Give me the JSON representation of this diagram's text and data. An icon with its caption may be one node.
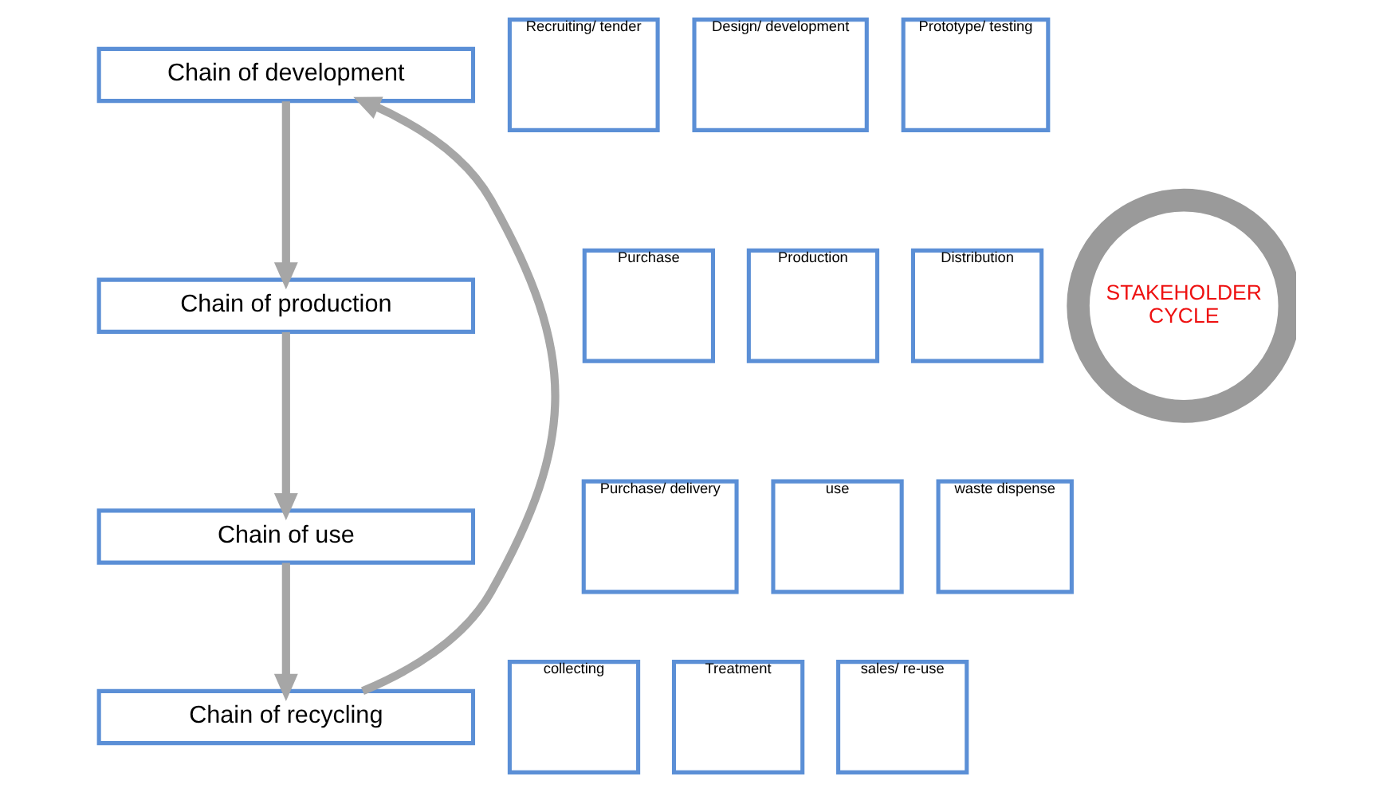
{
  "diagram": {
    "nodes": [
      {
        "text": [
          "Chain of development"
        ]
      },
      {
        "text": [
          "Recruiting/ tender"
        ]
      },
      {
        "text": [
          "Design/ development"
        ]
      },
      {
        "text": [
          "Prototype/ testing"
        ]
      },
      {
        "text": [
          "Chain of production"
        ]
      },
      {
        "text": [
          "Purchase"
        ]
      },
      {
        "text": [
          "Production"
        ]
      },
      {
        "text": [
          "Distribution"
        ]
      },
      {
        "text": [
          "STAKEHOLDER CYCLE"
        ]
      },
      {
        "text": [
          "Chain of recycling"
        ]
      },
      {
        "text": [
          "collecting"
        ]
      },
      {
        "text": [
          "Treatment"
        ]
      },
      {
        "text": [
          "sales/ re-use"
        ]
      },
      {
        "text": [
          "Chain of use"
        ]
      },
      {
        "text": [
          "Purchase/ delivery"
        ]
      },
      {
        "text": [
          "use"
        ]
      },
      {
        "text": [
          "waste dispense"
        ]
      }
    ],
    "edges": [
      {
        "from": 0,
        "to": 4,
        "arrow": "to"
      },
      {
        "from": 4,
        "to": 13,
        "arrow": "to"
      },
      {
        "from": 13,
        "to": 9,
        "arrow": "to"
      },
      {
        "from": 9,
        "to": 0,
        "arrow": "to"
      }
    ]
  }
}
